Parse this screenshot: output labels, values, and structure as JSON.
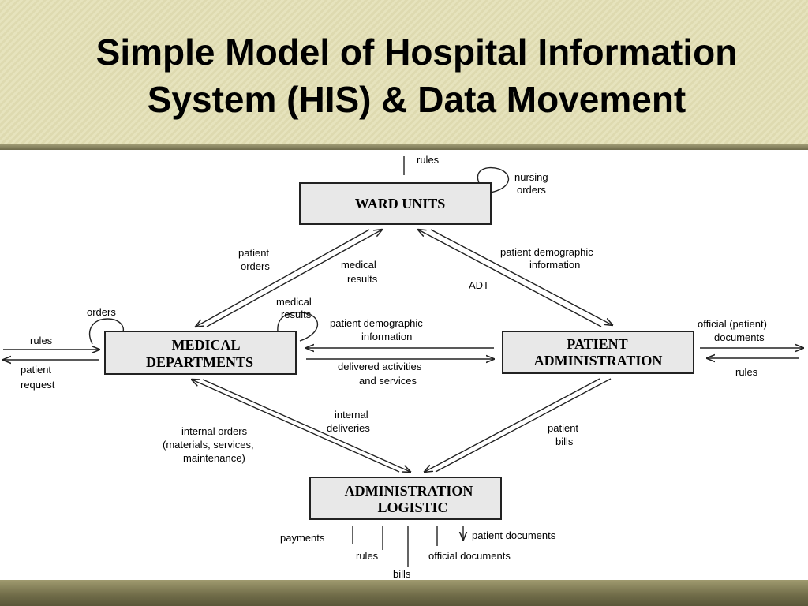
{
  "title": {
    "line1": "Simple Model of Hospital Information",
    "line2": "System (HIS) & Data Movement"
  },
  "nodes": {
    "ward_units": "WARD UNITS",
    "medical_departments": [
      "MEDICAL",
      "DEPARTMENTS"
    ],
    "patient_administration": [
      "PATIENT",
      "ADMINISTRATION"
    ],
    "administration_logistic": [
      "ADMINISTRATION",
      "LOGISTIC"
    ]
  },
  "labels": {
    "ward_rules": "rules",
    "nursing_orders": [
      "nursing",
      "orders"
    ],
    "patient_orders": [
      "patient",
      "orders"
    ],
    "medical_results_ward": [
      "medical",
      "results"
    ],
    "patient_demographic_ward": [
      "patient demographic",
      "information"
    ],
    "adt": "ADT",
    "orders_loop": "orders",
    "medical_results_loop": [
      "medical",
      "results"
    ],
    "patient_demographic_mid": [
      "patient demographic",
      "information"
    ],
    "delivered_activities": [
      "delivered activities",
      "and services"
    ],
    "rules_left": "rules",
    "patient_request": [
      "patient",
      "request"
    ],
    "official_documents_right": [
      "official (patient)",
      "documents"
    ],
    "rules_right": "rules",
    "internal_deliveries": [
      "internal",
      "deliveries"
    ],
    "internal_orders": [
      "internal orders",
      "(materials, services,",
      "maintenance)"
    ],
    "patient_bills": [
      "patient",
      "bills"
    ],
    "payments": "payments",
    "rules_bottom": "rules",
    "bills": "bills",
    "official_documents_bottom": "official documents",
    "patient_documents": "patient documents"
  }
}
